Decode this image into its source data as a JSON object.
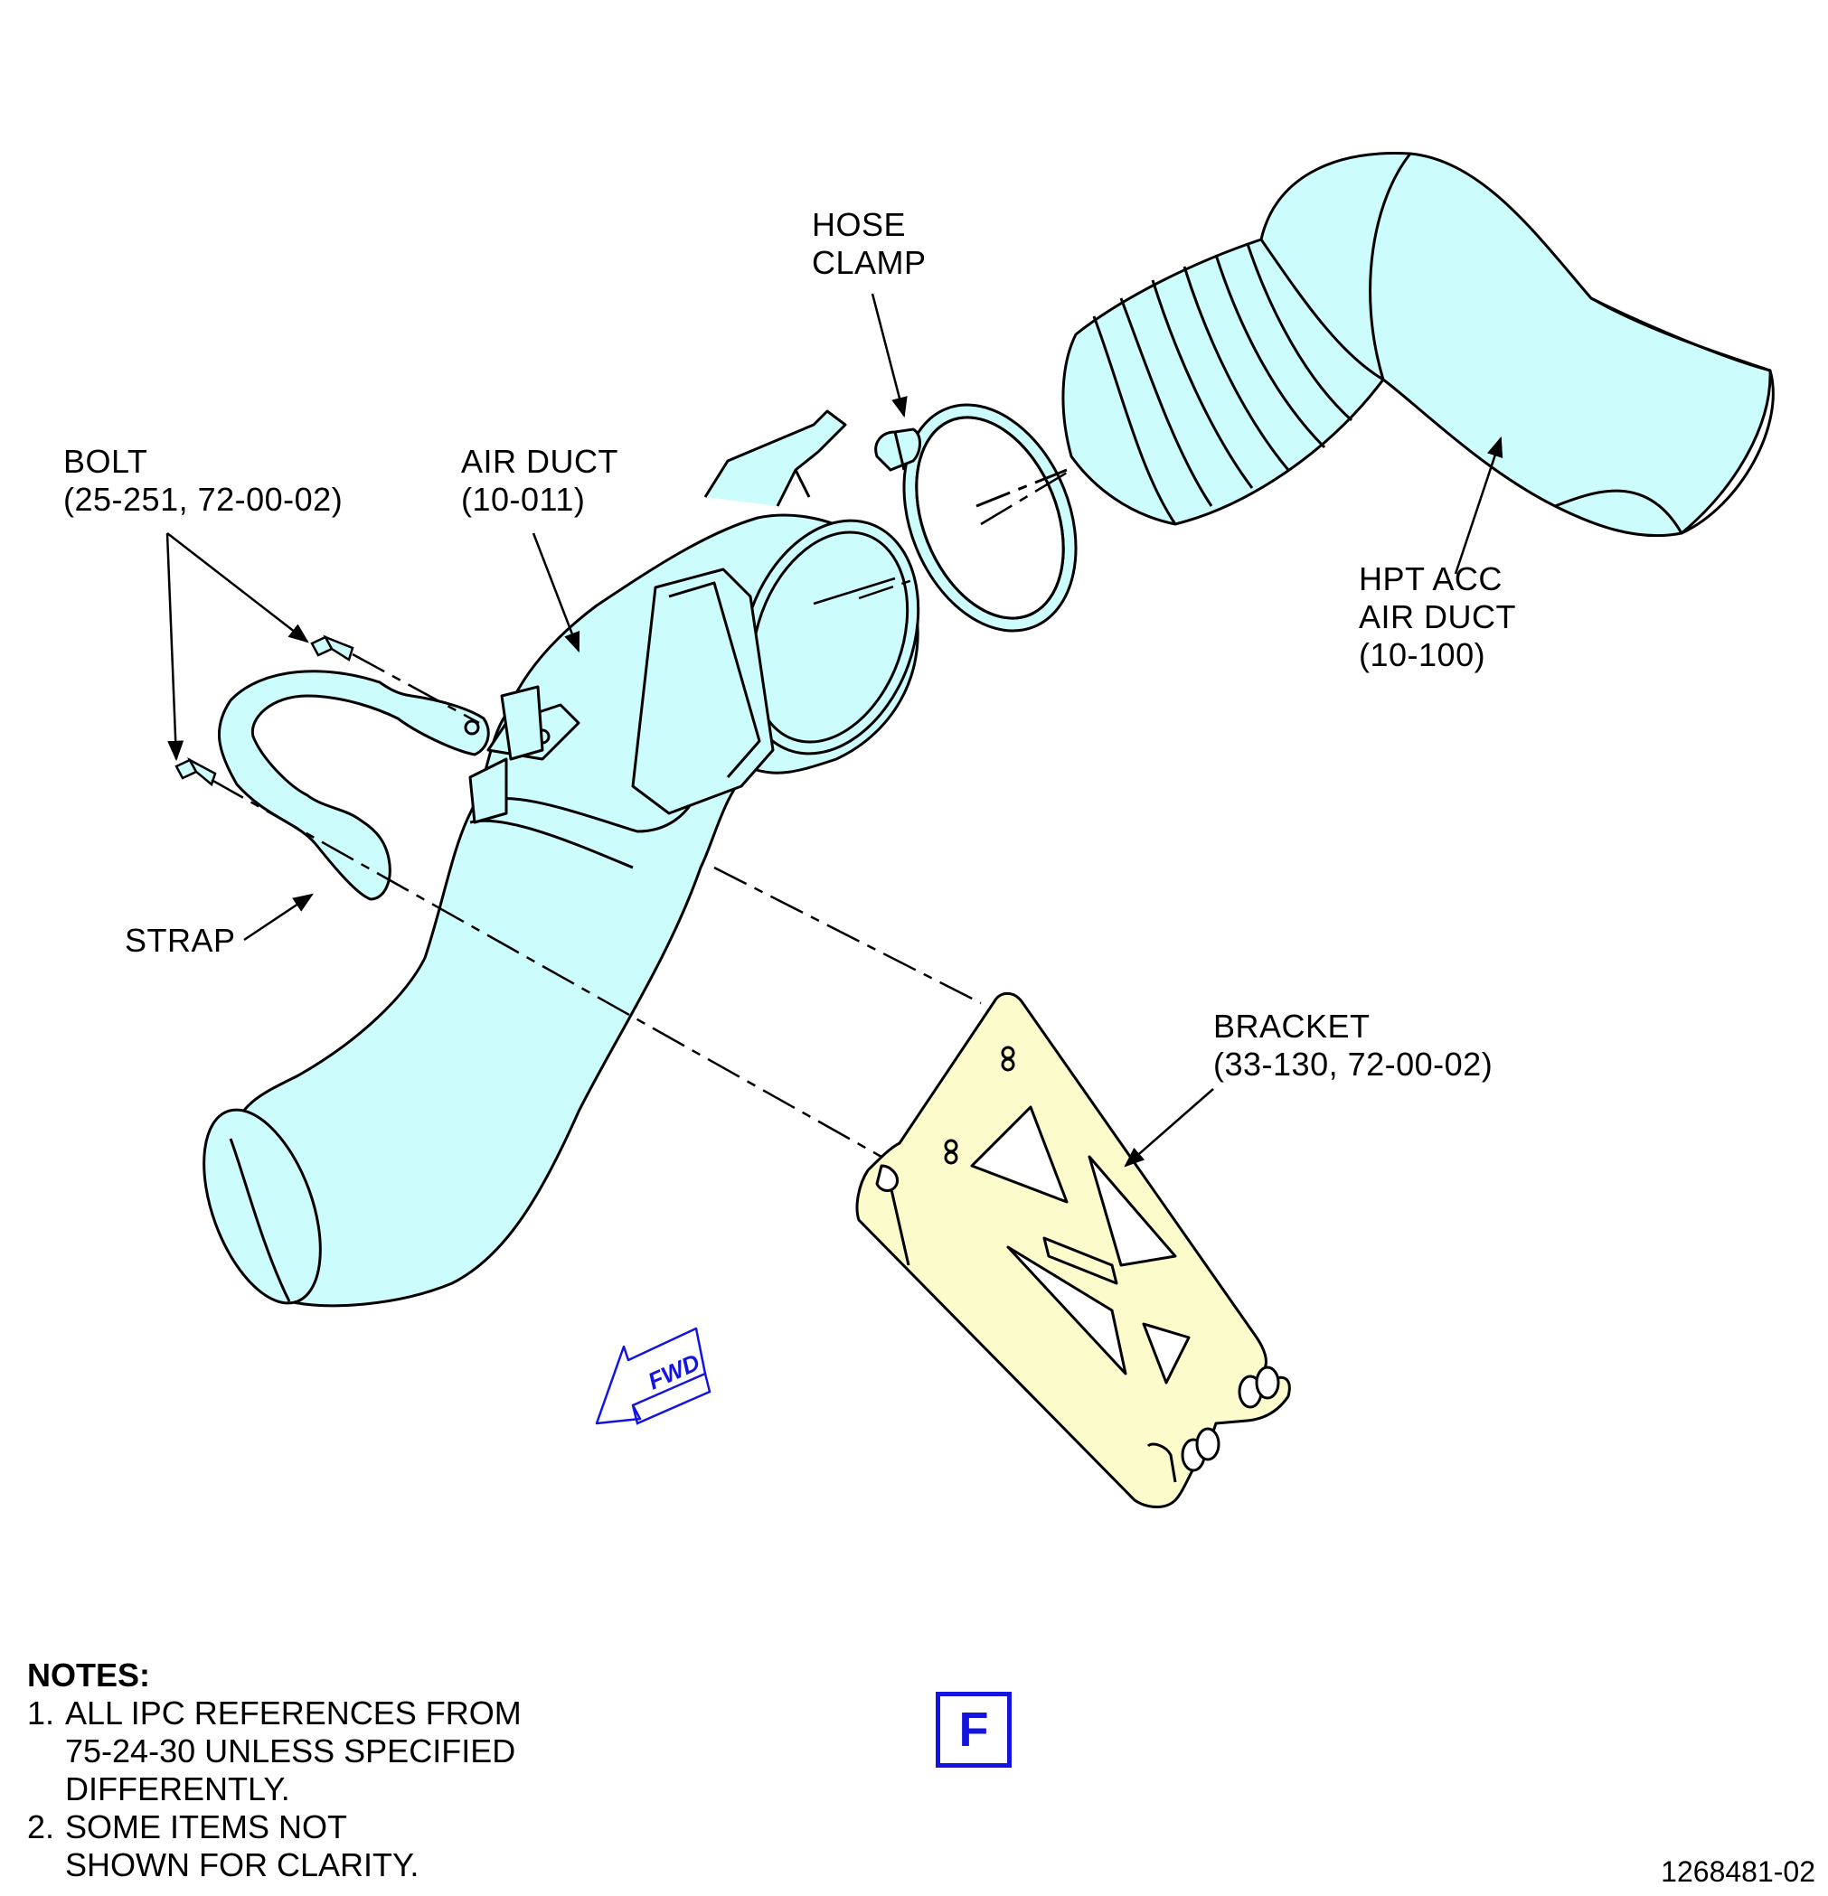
{
  "labels": {
    "hose_clamp": "HOSE\nCLAMP",
    "bolt": "BOLT\n(25-251, 72-00-02)",
    "air_duct": "AIR DUCT\n(10-011)",
    "hpt_acc_air_duct": "HPT ACC\nAIR DUCT\n(10-100)",
    "strap": "STRAP",
    "bracket": "BRACKET\n(33-130, 72-00-02)",
    "fwd": "FWD"
  },
  "notes": {
    "title": "NOTES:",
    "items": [
      {
        "num": "1.",
        "text": "ALL IPC REFERENCES FROM\n75-24-30 UNLESS SPECIFIED\nDIFFERENTLY."
      },
      {
        "num": "2.",
        "text": "SOME ITEMS NOT\nSHOWN FOR CLARITY."
      }
    ]
  },
  "sheet_letter": "F",
  "figure_id": "1268481-02",
  "colors": {
    "duct_fill": "#cdfcfd",
    "bracket_fill": "#fbfbcc",
    "outline": "#000000",
    "accent_blue": "#1414e0"
  }
}
